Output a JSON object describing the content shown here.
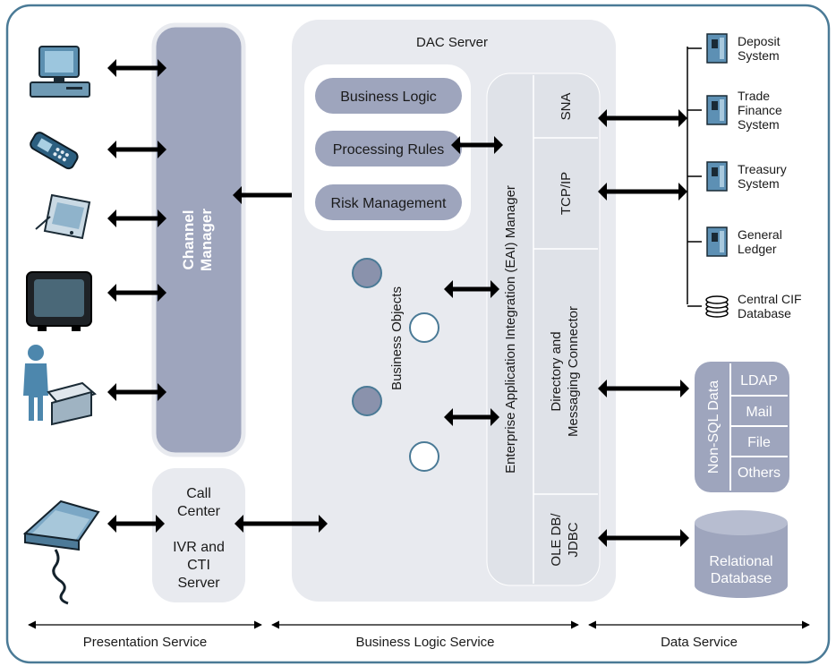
{
  "colors": {
    "frame": "#4a7a96",
    "panel": "#e8eaef",
    "pill": "#9ea5bd",
    "pill_dark": "#8a92ac",
    "inner_panel": "#ffffff",
    "eai_panel": "#dfe2e8",
    "arrow": "#000000",
    "white_text": "#ffffff"
  },
  "presentation": {
    "devices": [
      {
        "icon": "desktop-computer-icon"
      },
      {
        "icon": "mobile-phone-icon"
      },
      {
        "icon": "pda-icon"
      },
      {
        "icon": "television-icon"
      },
      {
        "icon": "bank-teller-icon"
      },
      {
        "icon": "telephone-icon"
      }
    ],
    "channel_manager": [
      "Channel",
      "Manager"
    ],
    "call_center": [
      "Call",
      "Center",
      "IVR and",
      "CTI",
      "Server"
    ]
  },
  "dac": {
    "title": "DAC Server",
    "modules": [
      "Business Logic",
      "Processing Rules",
      "Risk Management"
    ],
    "business_objects": "Business Objects",
    "eai_title": "Enterprise Application Integration (EAI) Manager",
    "connectors": {
      "sna": "SNA",
      "tcpip": "TCP/IP",
      "directory": [
        "Directory and",
        "Messaging Connector"
      ],
      "oledb": [
        "OLE DB/",
        "JDBC"
      ]
    }
  },
  "data": {
    "systems": [
      {
        "lines": [
          "Deposit",
          "System"
        ],
        "icon": "server-icon"
      },
      {
        "lines": [
          "Trade",
          "Finance",
          "System"
        ],
        "icon": "server-icon"
      },
      {
        "lines": [
          "Treasury",
          "System"
        ],
        "icon": "server-icon"
      },
      {
        "lines": [
          "General",
          "Ledger"
        ],
        "icon": "server-icon"
      },
      {
        "lines": [
          "Central CIF",
          "Database"
        ],
        "icon": "database-stack-icon"
      }
    ],
    "nonsql": {
      "title": "Non-SQL Data",
      "items": [
        "LDAP",
        "Mail",
        "File",
        "Others"
      ]
    },
    "relational": [
      "Relational",
      "Database"
    ]
  },
  "footer": {
    "presentation": "Presentation Service",
    "business": "Business Logic Service",
    "data": "Data Service"
  }
}
